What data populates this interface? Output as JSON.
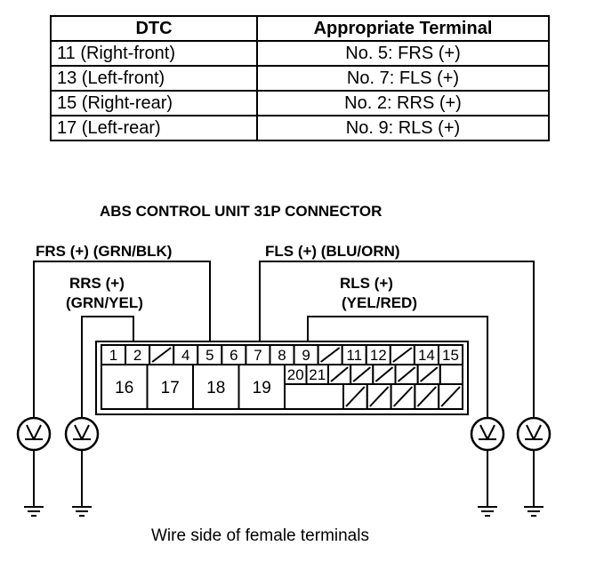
{
  "table": {
    "headers": [
      "DTC",
      "Appropriate Terminal"
    ],
    "rows": [
      [
        "11 (Right-front)",
        "No. 5: FRS (+)"
      ],
      [
        "13 (Left-front)",
        "No. 7: FLS (+)"
      ],
      [
        "15 (Right-rear)",
        "No. 2: RRS (+)"
      ],
      [
        "17 (Left-rear)",
        "No. 9: RLS (+)"
      ]
    ]
  },
  "diagram": {
    "title": "ABS CONTROL UNIT 31P CONNECTOR",
    "wire_labels": {
      "frs": "FRS (+) (GRN/BLK)",
      "fls": "FLS (+) (BLU/ORN)",
      "rrs_line1": "RRS (+)",
      "rrs_line2": "(GRN/YEL)",
      "rls_line1": "RLS (+)",
      "rls_line2": "(YEL/RED)"
    },
    "connector": {
      "top_row_pins": [
        "1",
        "2",
        "",
        "4",
        "5",
        "6",
        "7",
        "8",
        "9",
        "",
        "11",
        "12",
        "",
        "14",
        "15"
      ],
      "large_pins": [
        "16",
        "17",
        "18",
        "19"
      ],
      "small_pins": [
        "20",
        "21"
      ]
    },
    "caption": "Wire side of female terminals"
  }
}
